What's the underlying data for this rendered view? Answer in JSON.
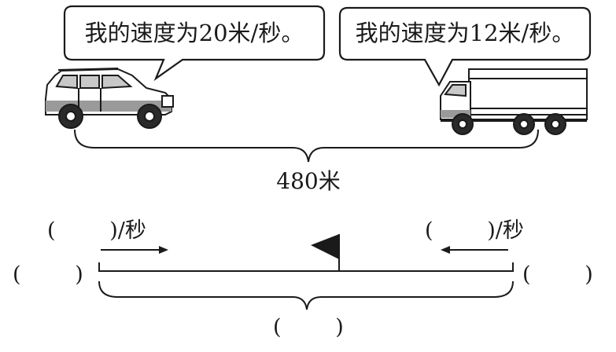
{
  "car": {
    "speech": "我的速度为20米/秒。"
  },
  "truck": {
    "speech": "我的速度为12米/秒。"
  },
  "distance": {
    "label": "480米"
  },
  "bottom": {
    "left_speed_blank": "(        )/秒",
    "right_speed_blank": "(        )/秒",
    "left_end_blank": "(        )",
    "right_end_blank": "(        )",
    "total_blank": "(        )"
  }
}
